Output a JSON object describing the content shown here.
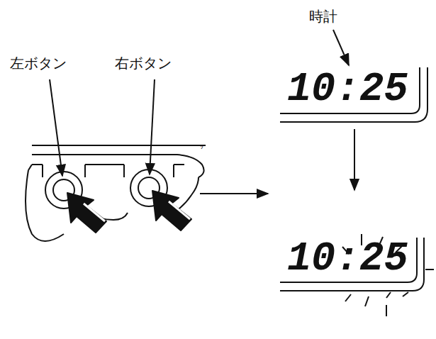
{
  "diagram": {
    "labels": [
      "左ボタン",
      "右ボタン",
      "時計",
      "10:25",
      "10:25"
    ]
  }
}
